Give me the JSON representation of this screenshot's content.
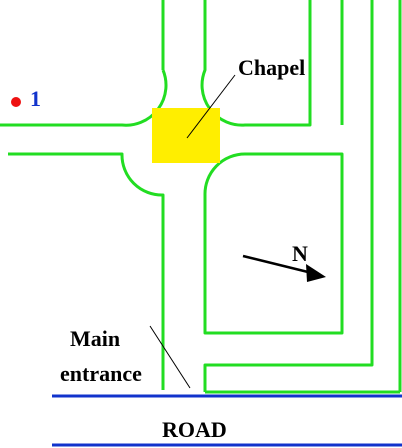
{
  "labels": {
    "chapel": "Chapel",
    "marker_number": "1",
    "north": "N",
    "main_entrance_line1": "Main",
    "main_entrance_line2": "entrance",
    "road": "ROAD"
  },
  "colors": {
    "path": "#22dd22",
    "chapel_fill": "#ffee00",
    "road": "#1133cc",
    "marker": "#ee1111",
    "marker_text": "#1133cc",
    "text": "#000000"
  }
}
